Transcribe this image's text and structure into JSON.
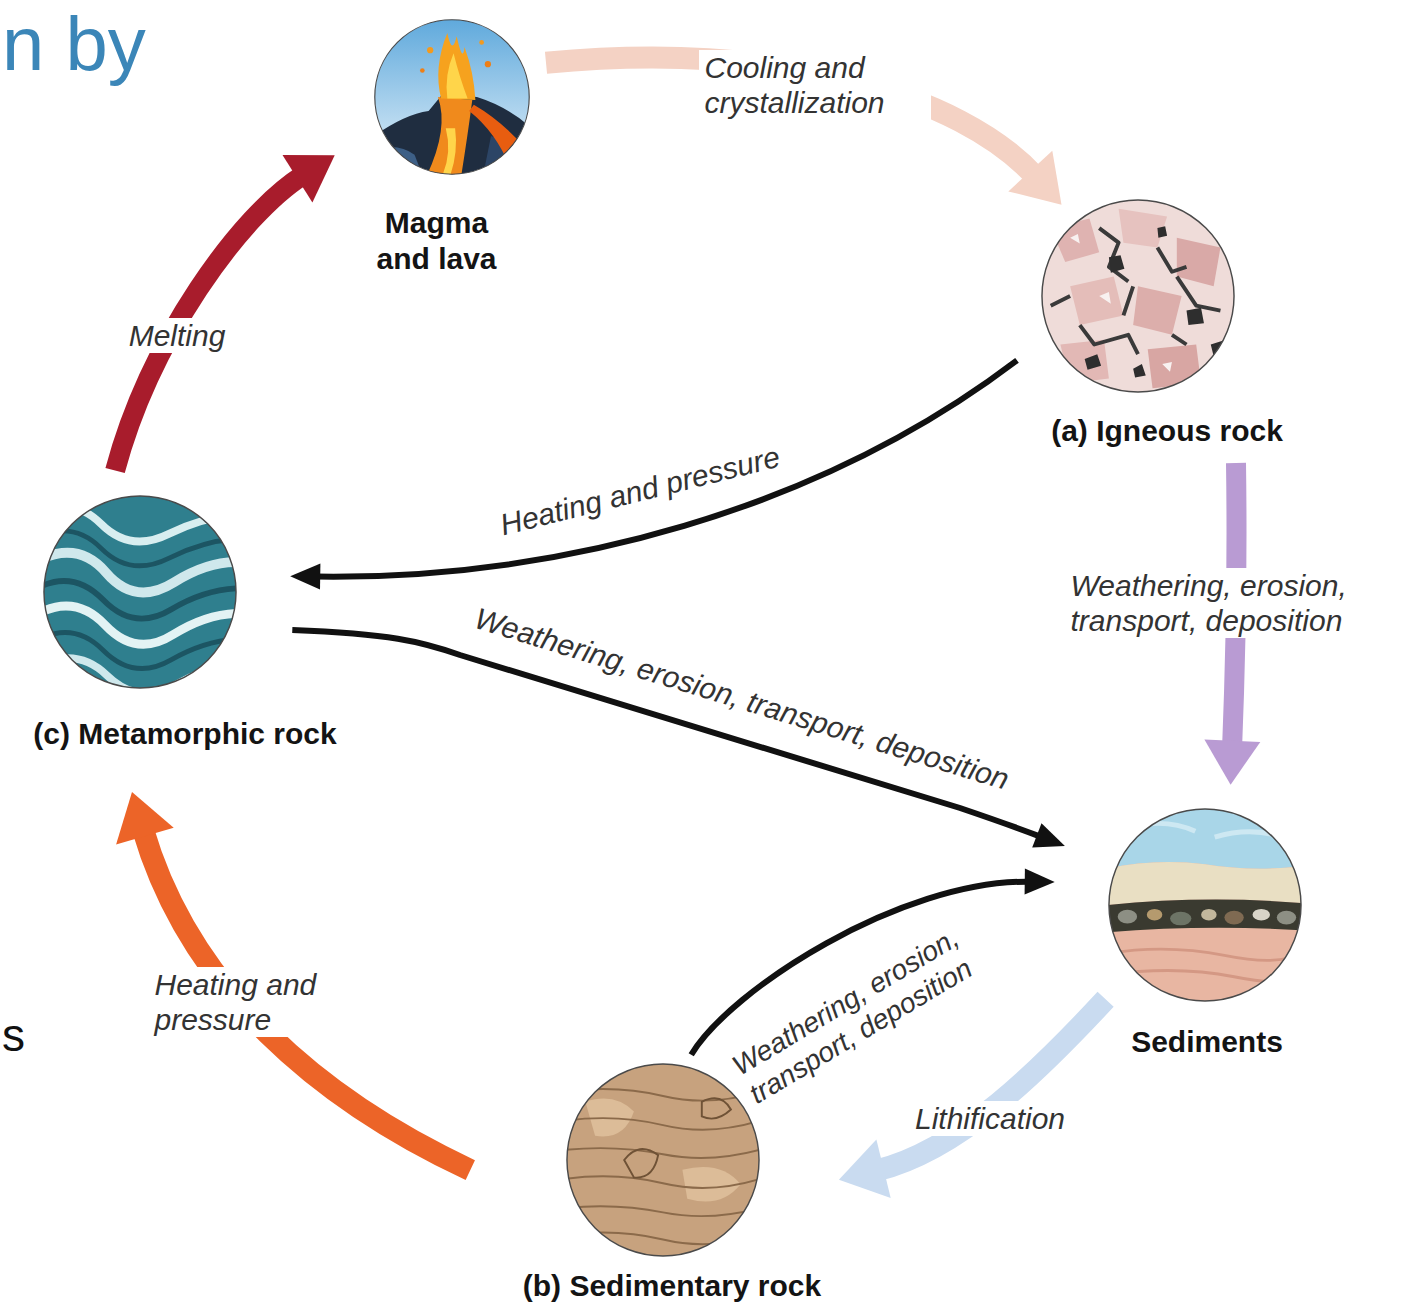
{
  "diagram": {
    "nodes": [
      {
        "text": [
          "Magma and lava"
        ]
      },
      {
        "text": [
          "(a) Igneous rock"
        ]
      },
      {
        "text": [
          "(c) Metamorphic rock"
        ]
      },
      {
        "text": [
          "Sediments"
        ]
      },
      {
        "text": [
          "(b) Sedimentary rock"
        ]
      }
    ],
    "edges": [
      {
        "from": 0,
        "to": 1,
        "arrow": "to",
        "label": "Cooling and crystallization"
      },
      {
        "from": 1,
        "to": 2,
        "arrow": "to",
        "label": "Heating and pressure"
      },
      {
        "from": 1,
        "to": 3,
        "arrow": "to",
        "label": "Weathering, erosion, transport, deposition"
      },
      {
        "from": 2,
        "to": 3,
        "arrow": "to",
        "label": "Weathering, erosion, transport, deposition"
      },
      {
        "from": 4,
        "to": 3,
        "arrow": "to",
        "label": "Weathering, erosion, transport, deposition"
      },
      {
        "from": 3,
        "to": 4,
        "arrow": "to",
        "label": "Lithification"
      },
      {
        "from": 4,
        "to": 2,
        "arrow": "to",
        "label": "Heating and pressure"
      },
      {
        "from": 2,
        "to": 0,
        "arrow": "to",
        "label": "Melting"
      }
    ],
    "labels": [
      "n by",
      "s"
    ]
  }
}
